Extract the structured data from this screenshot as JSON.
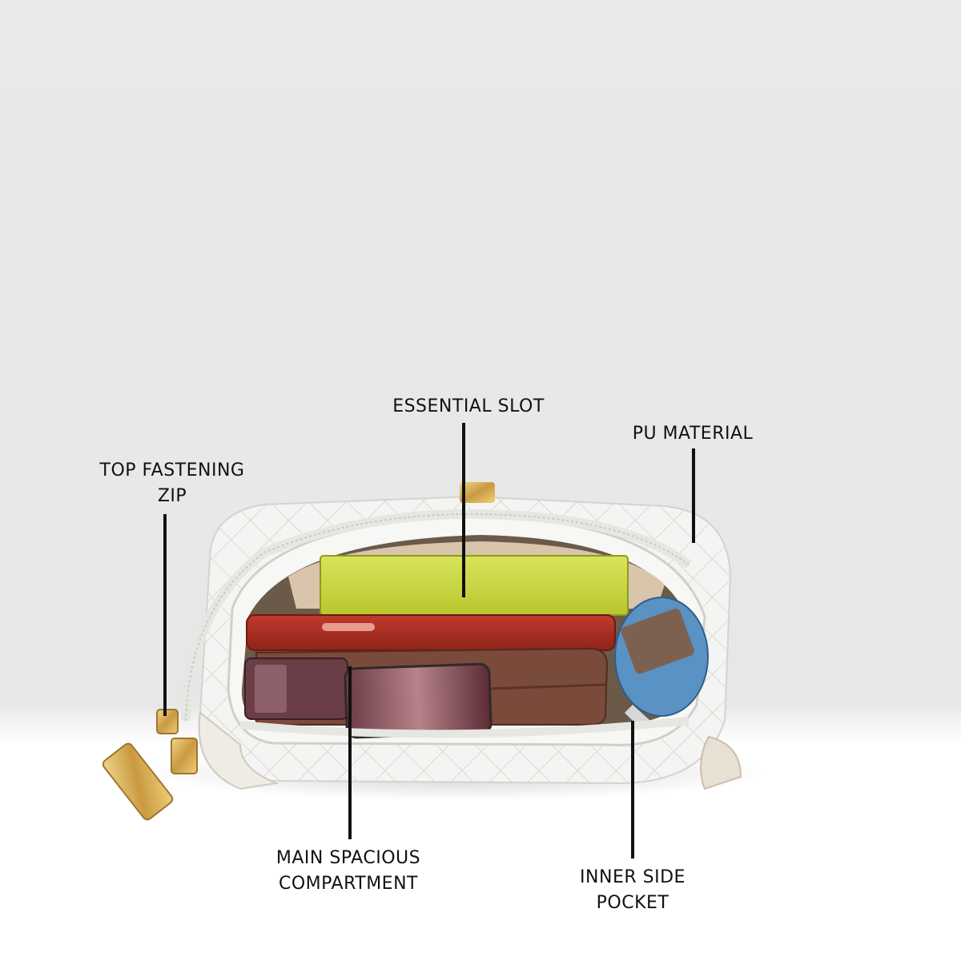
{
  "colors": {
    "background_top": "#e8e8e8",
    "background_floor": "#ffffff",
    "bag_white": "#f4f4f2",
    "label_text": "#111111",
    "leader_line": "#111111"
  },
  "callouts": {
    "top_fastening_zip": [
      "TOP FASTENING",
      "ZIP"
    ],
    "essential_slot": [
      "ESSENTIAL SLOT"
    ],
    "pu_material": [
      "PU MATERIAL"
    ],
    "main_spacious_compartment": [
      "MAIN SPACIOUS",
      "COMPARTMENT"
    ],
    "inner_side_pocket": [
      "INNER SIDE",
      "POCKET"
    ]
  }
}
